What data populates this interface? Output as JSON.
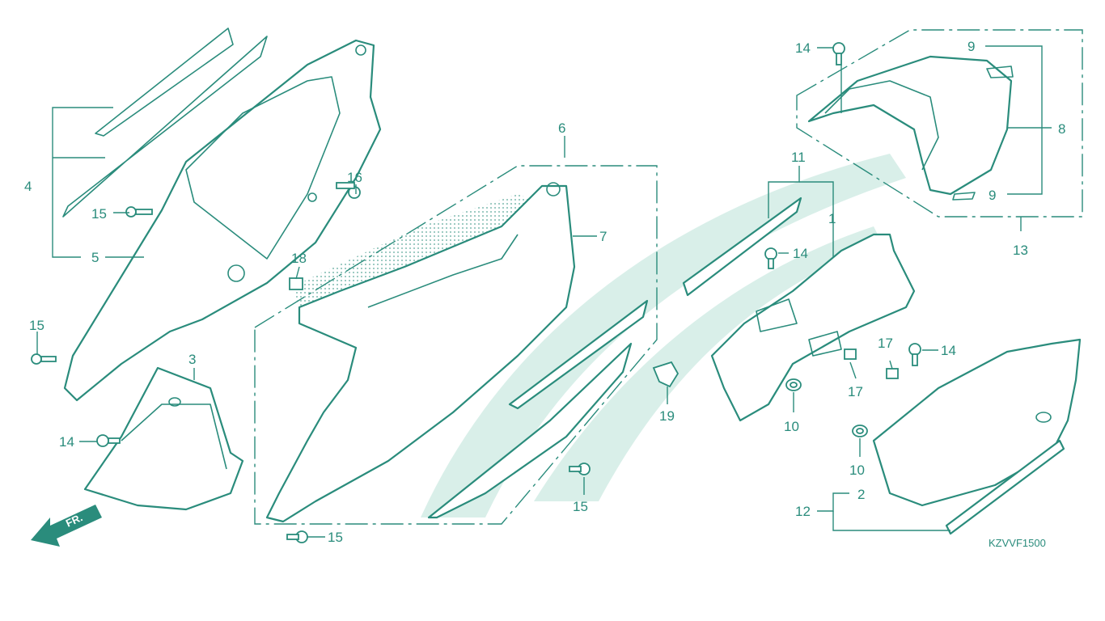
{
  "diagram": {
    "code": "KZVVF1500",
    "direction_label": "FR.",
    "colors": {
      "line": "#2a8c7c",
      "watermark": "#d9efe9",
      "background": "#ffffff"
    },
    "callouts": {
      "n1": "1",
      "n2": "2",
      "n3": "3",
      "n4": "4",
      "n5": "5",
      "n6": "6",
      "n7": "7",
      "n8": "8",
      "n9a": "9",
      "n9b": "9",
      "n10a": "10",
      "n10b": "10",
      "n11": "11",
      "n12": "12",
      "n13": "13",
      "n14a": "14",
      "n14b": "14",
      "n14c": "14",
      "n14d": "14",
      "n15a": "15",
      "n15b": "15",
      "n15c": "15",
      "n15d": "15",
      "n16": "16",
      "n17a": "17",
      "n17b": "17",
      "n18": "18",
      "n19": "19"
    }
  }
}
